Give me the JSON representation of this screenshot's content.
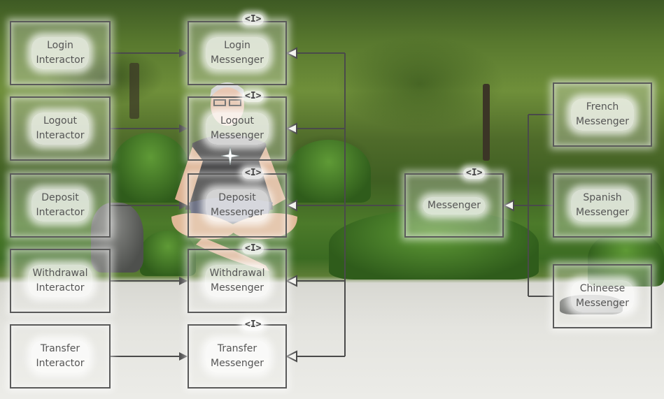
{
  "interactors": [
    {
      "id": "login",
      "label": "Login\nInteractor"
    },
    {
      "id": "logout",
      "label": "Logout\nInteractor"
    },
    {
      "id": "deposit",
      "label": "Deposit\nInteractor"
    },
    {
      "id": "withdrawal",
      "label": "Withdrawal\nInteractor"
    },
    {
      "id": "transfer",
      "label": "Transfer\nInteractor"
    }
  ],
  "messengers": [
    {
      "id": "login",
      "label": "Login\nMessenger",
      "stereotype": "<I>"
    },
    {
      "id": "logout",
      "label": "Logout\nMessenger",
      "stereotype": "<I>"
    },
    {
      "id": "deposit",
      "label": "Deposit\nMessenger",
      "stereotype": "<I>"
    },
    {
      "id": "withdrawal",
      "label": "Withdrawal\nMessenger",
      "stereotype": "<I>"
    },
    {
      "id": "transfer",
      "label": "Transfer\nMessenger",
      "stereotype": "<I>"
    }
  ],
  "base_messenger": {
    "label": "Messenger",
    "stereotype": "<I>"
  },
  "language_messengers": [
    {
      "id": "french",
      "label": "French\nMessenger"
    },
    {
      "id": "spanish",
      "label": "Spanish\nMessenger"
    },
    {
      "id": "chinese",
      "label": "Chineese\nMessenger"
    }
  ],
  "colors": {
    "box_border": "#5a5a5a",
    "label_text": "#555555",
    "arrow": "#4a4a4a"
  }
}
